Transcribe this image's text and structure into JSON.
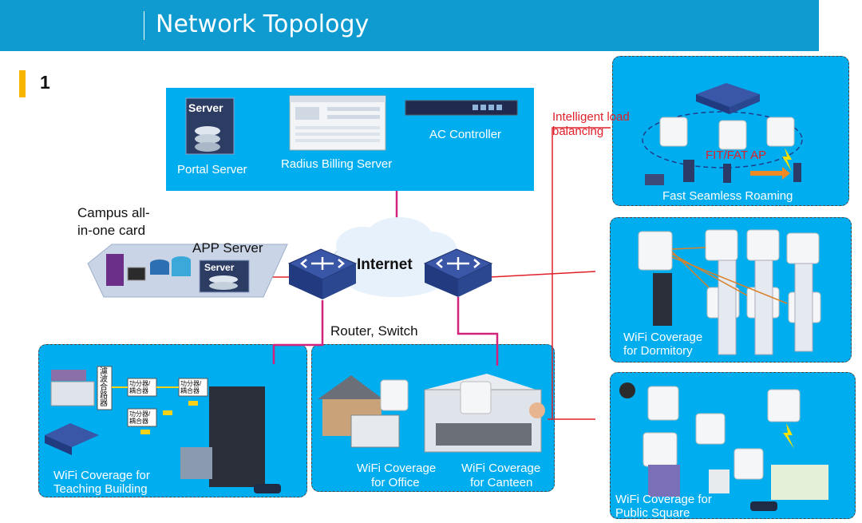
{
  "header": {
    "title": "Network Topology"
  },
  "section": {
    "number": "1"
  },
  "servers": {
    "portal": "Portal Server",
    "radius": "Radius Billing Server",
    "ac": "AC Controller",
    "server_tag": "Server"
  },
  "campus_card": {
    "line1": "Campus all-",
    "line2": "in-one card"
  },
  "app_server": "APP Server",
  "internet": "Internet",
  "router_switch": "Router, Switch",
  "intelligent": {
    "line1": "Intelligent load",
    "line2": "balancing"
  },
  "roaming": {
    "fit_fat": "FIT/FAT AP",
    "label": "Fast Seamless Roaming"
  },
  "dormitory": {
    "line1": "WiFi Coverage",
    "line2": "for Dormitory"
  },
  "teaching": {
    "line1": "WiFi Coverage for",
    "line2": "Teaching Building",
    "filter": "濾波合路器",
    "splitter1": "功分器/耦合器",
    "splitter2": "功分器/耦合器",
    "splitter3": "功分器/耦合器"
  },
  "office": {
    "line1": "WiFi Coverage",
    "line2": "for Office"
  },
  "canteen": {
    "line1": "WiFi Coverage",
    "line2": "for Canteen"
  },
  "square": {
    "line1": "WiFi Coverage for",
    "line2": "Public Square"
  },
  "colors": {
    "header": "#0f9bd0",
    "panel": "#00adef",
    "accent": "#f7b500",
    "pink_link": "#d4237a",
    "red_link": "#e0202a"
  }
}
